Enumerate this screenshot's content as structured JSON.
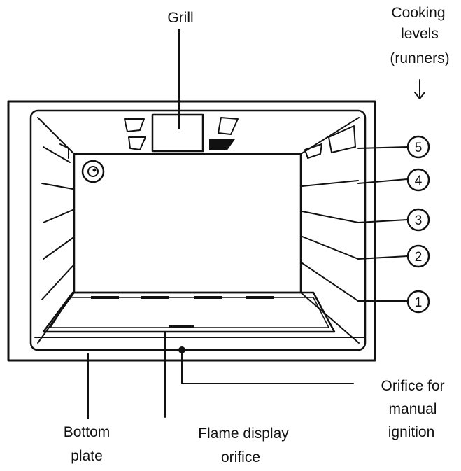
{
  "labels": {
    "grill": "Grill",
    "cooking_levels": [
      "Cooking",
      "levels",
      "(runners)"
    ],
    "orifice_manual": [
      "Orifice for",
      "manual",
      "ignition"
    ],
    "bottom_plate": [
      "Bottom",
      "plate"
    ],
    "flame_display": [
      "Flame display",
      "orifice"
    ]
  },
  "levels": [
    "5",
    "4",
    "3",
    "2",
    "1"
  ]
}
